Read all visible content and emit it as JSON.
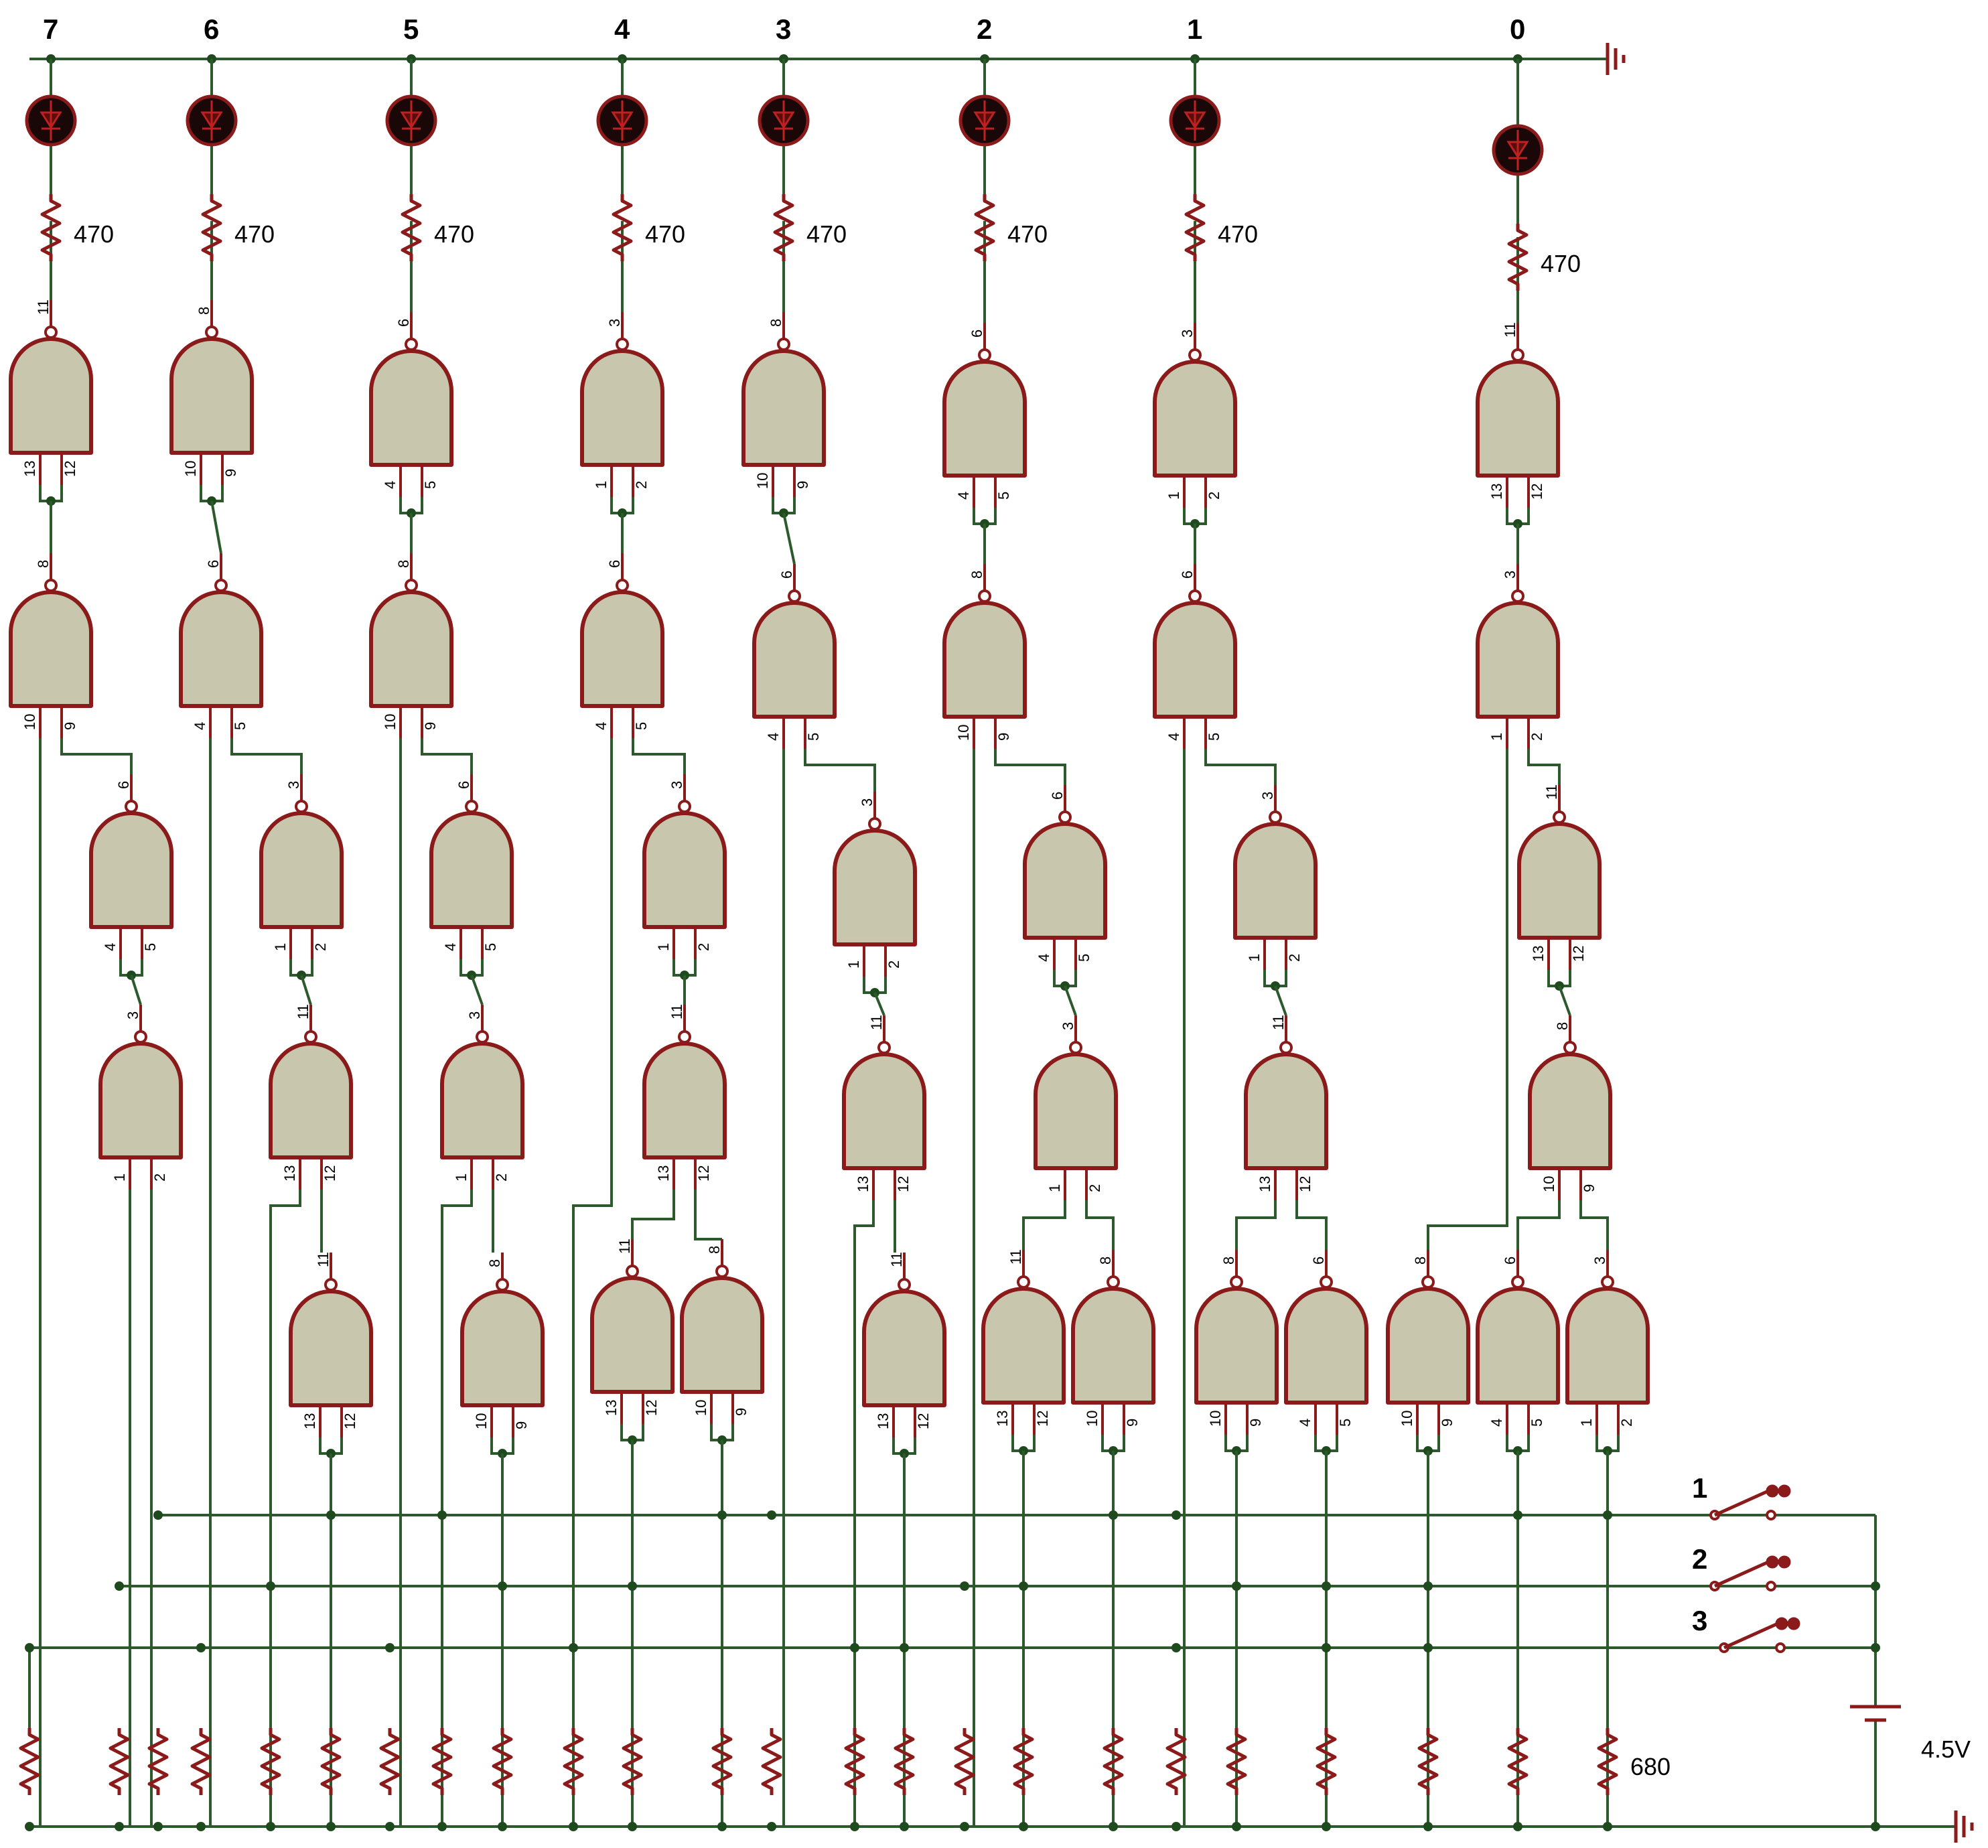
{
  "bit_labels": [
    "7",
    "6",
    "5",
    "4",
    "3",
    "2",
    "1",
    "0"
  ],
  "resistor_value_led": "470",
  "resistor_value_pulldown": "680",
  "battery_label": "4.5V",
  "switch_labels": [
    "1",
    "2",
    "3"
  ],
  "gate_pins": {
    "g7a": [
      "11",
      "13",
      "12"
    ],
    "g7b": [
      "8",
      "10",
      "9"
    ],
    "g7c": [
      "6",
      "4",
      "5"
    ],
    "g7d": [
      "3",
      "1",
      "2"
    ],
    "g6a": [
      "8",
      "10",
      "9"
    ],
    "g6b": [
      "6",
      "4",
      "5"
    ],
    "g6c": [
      "3",
      "1",
      "2"
    ],
    "g6d": [
      "11",
      "13",
      "12"
    ],
    "g6e": [
      "11",
      "13",
      "12"
    ],
    "g5a": [
      "6",
      "4",
      "5"
    ],
    "g5b": [
      "8",
      "10",
      "9"
    ],
    "g5c": [
      "6",
      "4",
      "5"
    ],
    "g5d": [
      "3",
      "1",
      "2"
    ],
    "g5e": [
      "8",
      "10",
      "9"
    ],
    "g4a": [
      "3",
      "1",
      "2"
    ],
    "g4b": [
      "6",
      "4",
      "5"
    ],
    "g4c": [
      "3",
      "1",
      "2"
    ],
    "g4d": [
      "11",
      "13",
      "12"
    ],
    "g4e": [
      "11",
      "13",
      "12"
    ],
    "g4f": [
      "8",
      "10",
      "9"
    ],
    "g3a": [
      "8",
      "10",
      "9"
    ],
    "g3b": [
      "6",
      "4",
      "5"
    ],
    "g3c": [
      "3",
      "1",
      "2"
    ],
    "g3d": [
      "11",
      "13",
      "12"
    ],
    "g3e": [
      "11",
      "13",
      "12"
    ],
    "g2a": [
      "6",
      "4",
      "5"
    ],
    "g2b": [
      "8",
      "10",
      "9"
    ],
    "g2c": [
      "6",
      "4",
      "5"
    ],
    "g2d": [
      "3",
      "1",
      "2"
    ],
    "g2e": [
      "11",
      "13",
      "12"
    ],
    "g2f": [
      "8",
      "10",
      "9"
    ],
    "g1a": [
      "3",
      "1",
      "2"
    ],
    "g1b": [
      "6",
      "4",
      "5"
    ],
    "g1c": [
      "3",
      "1",
      "2"
    ],
    "g1d": [
      "11",
      "13",
      "12"
    ],
    "g1e": [
      "8",
      "10",
      "9"
    ],
    "g1f": [
      "6",
      "4",
      "5"
    ],
    "g0a": [
      "11",
      "13",
      "12"
    ],
    "g0b": [
      "3",
      "1",
      "2"
    ],
    "g0c": [
      "11",
      "13",
      "12"
    ],
    "g0d": [
      "8",
      "10",
      "9"
    ],
    "g0e": [
      "8",
      "10",
      "9"
    ],
    "g0f": [
      "6",
      "4",
      "5"
    ],
    "g0g": [
      "3",
      "1",
      "2"
    ]
  },
  "colors": {
    "wire": "#2d5a2d",
    "component": "#8b1a1a",
    "gate_fill": "#c8c6ac"
  },
  "icons": {
    "led": "led-icon",
    "resistor": "resistor-icon",
    "battery": "battery-icon",
    "ground": "ground-icon",
    "switch": "switch-icon"
  }
}
